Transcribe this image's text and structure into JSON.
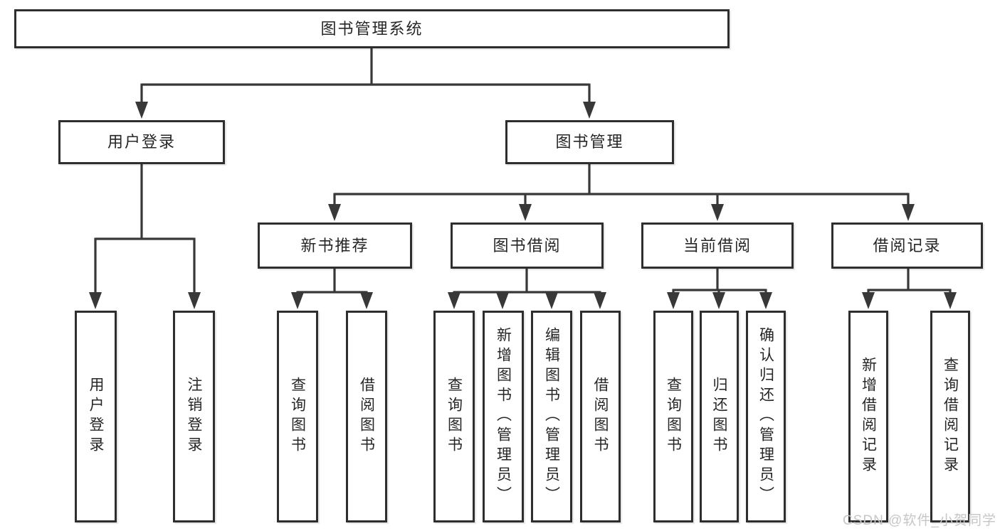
{
  "tree": {
    "label": "图书管理系统",
    "children": [
      {
        "label": "用户登录",
        "children": [
          {
            "label": "用户登录"
          },
          {
            "label": "注销登录"
          }
        ]
      },
      {
        "label": "图书管理",
        "children": [
          {
            "label": "新书推荐",
            "children": [
              {
                "label": "查询图书"
              },
              {
                "label": "借阅图书"
              }
            ]
          },
          {
            "label": "图书借阅",
            "children": [
              {
                "label": "查询图书"
              },
              {
                "label": "新增图书（管理员）"
              },
              {
                "label": "编辑图书（管理员）"
              },
              {
                "label": "借阅图书"
              }
            ]
          },
          {
            "label": "当前借阅",
            "children": [
              {
                "label": "查询图书"
              },
              {
                "label": "归还图书"
              },
              {
                "label": "确认归还（管理员）"
              }
            ]
          },
          {
            "label": "借阅记录",
            "children": [
              {
                "label": "新增借阅记录"
              },
              {
                "label": "查询借阅记录"
              }
            ]
          }
        ]
      }
    ]
  },
  "watermark": "CSDN @软件_小贺同学",
  "colors": {
    "line": "#383838",
    "box_border": "#2e2e2e",
    "text": "#262626",
    "watermark": "#c6c6c6",
    "background": "#ffffff"
  }
}
